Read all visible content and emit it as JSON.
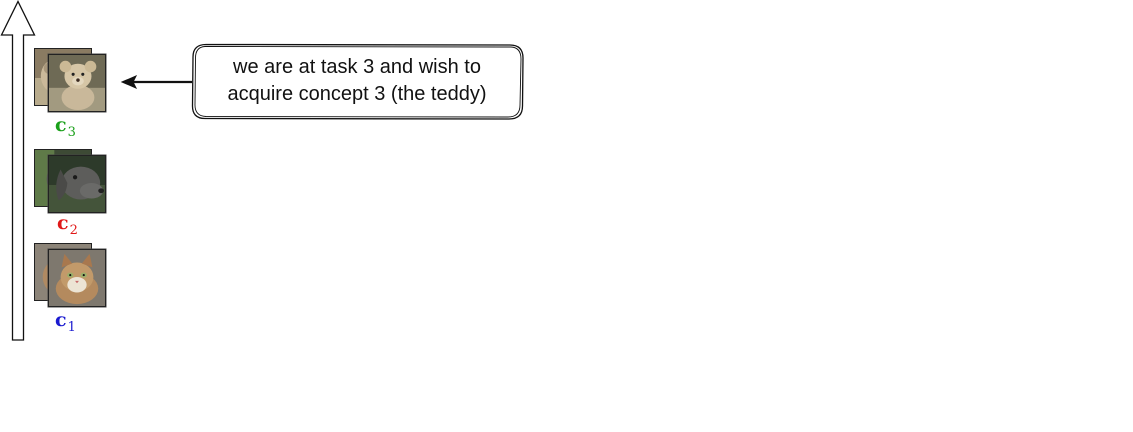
{
  "diagram": {
    "concepts": [
      {
        "id": "c3",
        "base": "c",
        "sub": "3",
        "color": "#1aa01a",
        "subject": "teddy-bear-icon"
      },
      {
        "id": "c2",
        "base": "c",
        "sub": "2",
        "color": "#e01818",
        "subject": "dog-icon"
      },
      {
        "id": "c1",
        "base": "c",
        "sub": "1",
        "color": "#1a1ad0",
        "subject": "cat-icon"
      }
    ],
    "callout": {
      "line1": "we are at task 3 and wish to",
      "line2": "acquire concept 3 (the teddy)"
    }
  }
}
